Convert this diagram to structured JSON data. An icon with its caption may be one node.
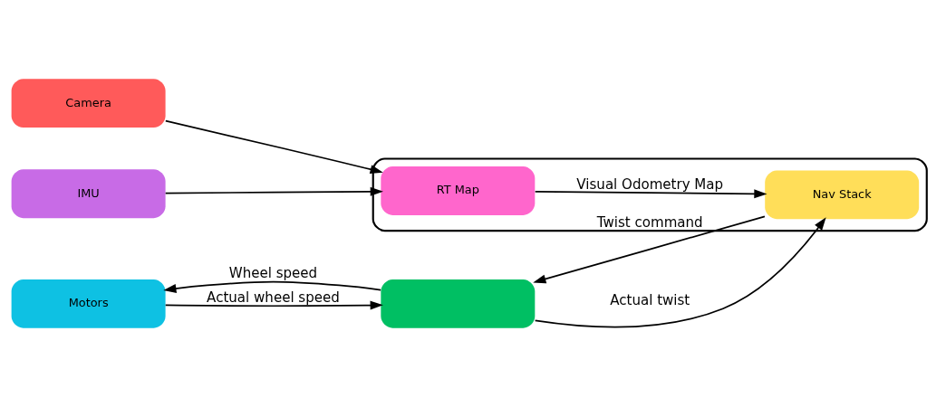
{
  "diagram": {
    "nodes": [
      {
        "text": [
          "Camera"
        ]
      },
      {
        "text": [
          "IMU"
        ]
      },
      {
        "text": [],
        "shape": "box"
      },
      {
        "text": [
          "RT Map"
        ],
        "in": 2
      },
      {
        "text": [
          "Motors"
        ]
      },
      {
        "text": [],
        "shape": "box"
      },
      {
        "text": [
          "Nav Stack"
        ],
        "in": 2
      }
    ],
    "edges": [
      {
        "from": 0,
        "to": 3,
        "arrow": "to"
      },
      {
        "from": 1,
        "to": 3,
        "arrow": "to"
      },
      {
        "from": 3,
        "to": 6,
        "arrow": "to",
        "label": "Visual Odometry Map"
      },
      {
        "from": 4,
        "to": 5,
        "arrow": "to",
        "label": "Actual wheel speed"
      },
      {
        "from": 5,
        "to": 4,
        "arrow": "to",
        "label": "Wheel speed"
      },
      {
        "from": 5,
        "to": 6,
        "arrow": "to",
        "label": "Actual twist"
      },
      {
        "from": 6,
        "to": 5,
        "arrow": "to",
        "label": "Twist command"
      }
    ]
  }
}
